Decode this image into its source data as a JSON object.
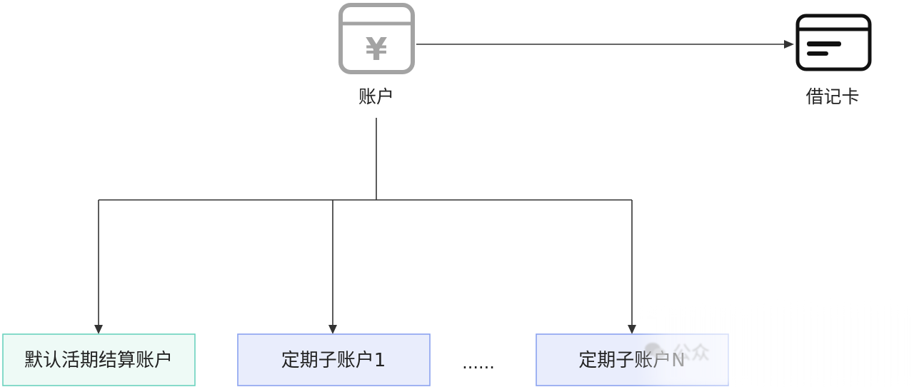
{
  "nodes": {
    "account": {
      "label": "账户",
      "icon": "yuan-account-icon",
      "icon_glyph": "¥"
    },
    "debit_card": {
      "label": "借记卡",
      "icon": "debit-card-icon"
    },
    "default_settlement": {
      "label": "默认活期结算账户"
    },
    "fixed_sub_1": {
      "label": "定期子账户1"
    },
    "ellipsis": "......",
    "fixed_sub_n": {
      "label": "定期子账户N"
    }
  },
  "colors": {
    "line": "#333333",
    "account_icon": "#a3a3a3",
    "card_icon": "#111111",
    "settlement_fill": "#eefaf6",
    "settlement_border": "#6ad2be",
    "fixed_fill": "#e9edfc",
    "fixed_border": "#8aa2ef"
  },
  "watermark": {
    "text": "公众",
    "icon": "wechat-icon"
  }
}
